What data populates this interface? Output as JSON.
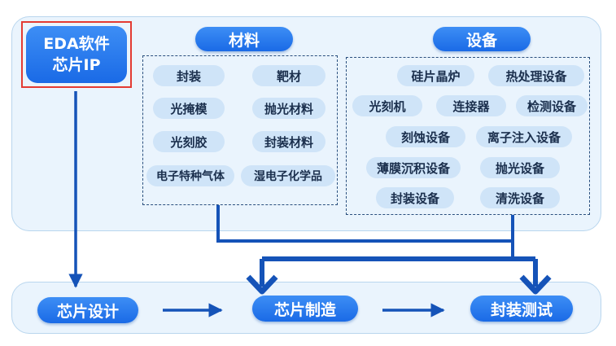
{
  "eda": {
    "line1": "EDA软件",
    "line2": "芯片IP"
  },
  "materials": {
    "title": "材料",
    "items": [
      "封装",
      "靶材",
      "光掩模",
      "抛光材料",
      "光刻胶",
      "封装材料",
      "电子特种气体",
      "湿电子化学品"
    ]
  },
  "equipment": {
    "title": "设备",
    "items": [
      "硅片晶炉",
      "热处理设备",
      "光刻机",
      "连接器",
      "检测设备",
      "刻蚀设备",
      "离子注入设备",
      "薄膜沉积设备",
      "抛光设备",
      "封装设备",
      "清洗设备"
    ]
  },
  "flow": {
    "design": "芯片设计",
    "manufacture": "芯片制造",
    "package_test": "封装测试"
  },
  "colors": {
    "accent": "#1a6ae6",
    "arrow": "#1553b8",
    "highlight": "#e33b33",
    "panel": "#eaf4fd"
  }
}
